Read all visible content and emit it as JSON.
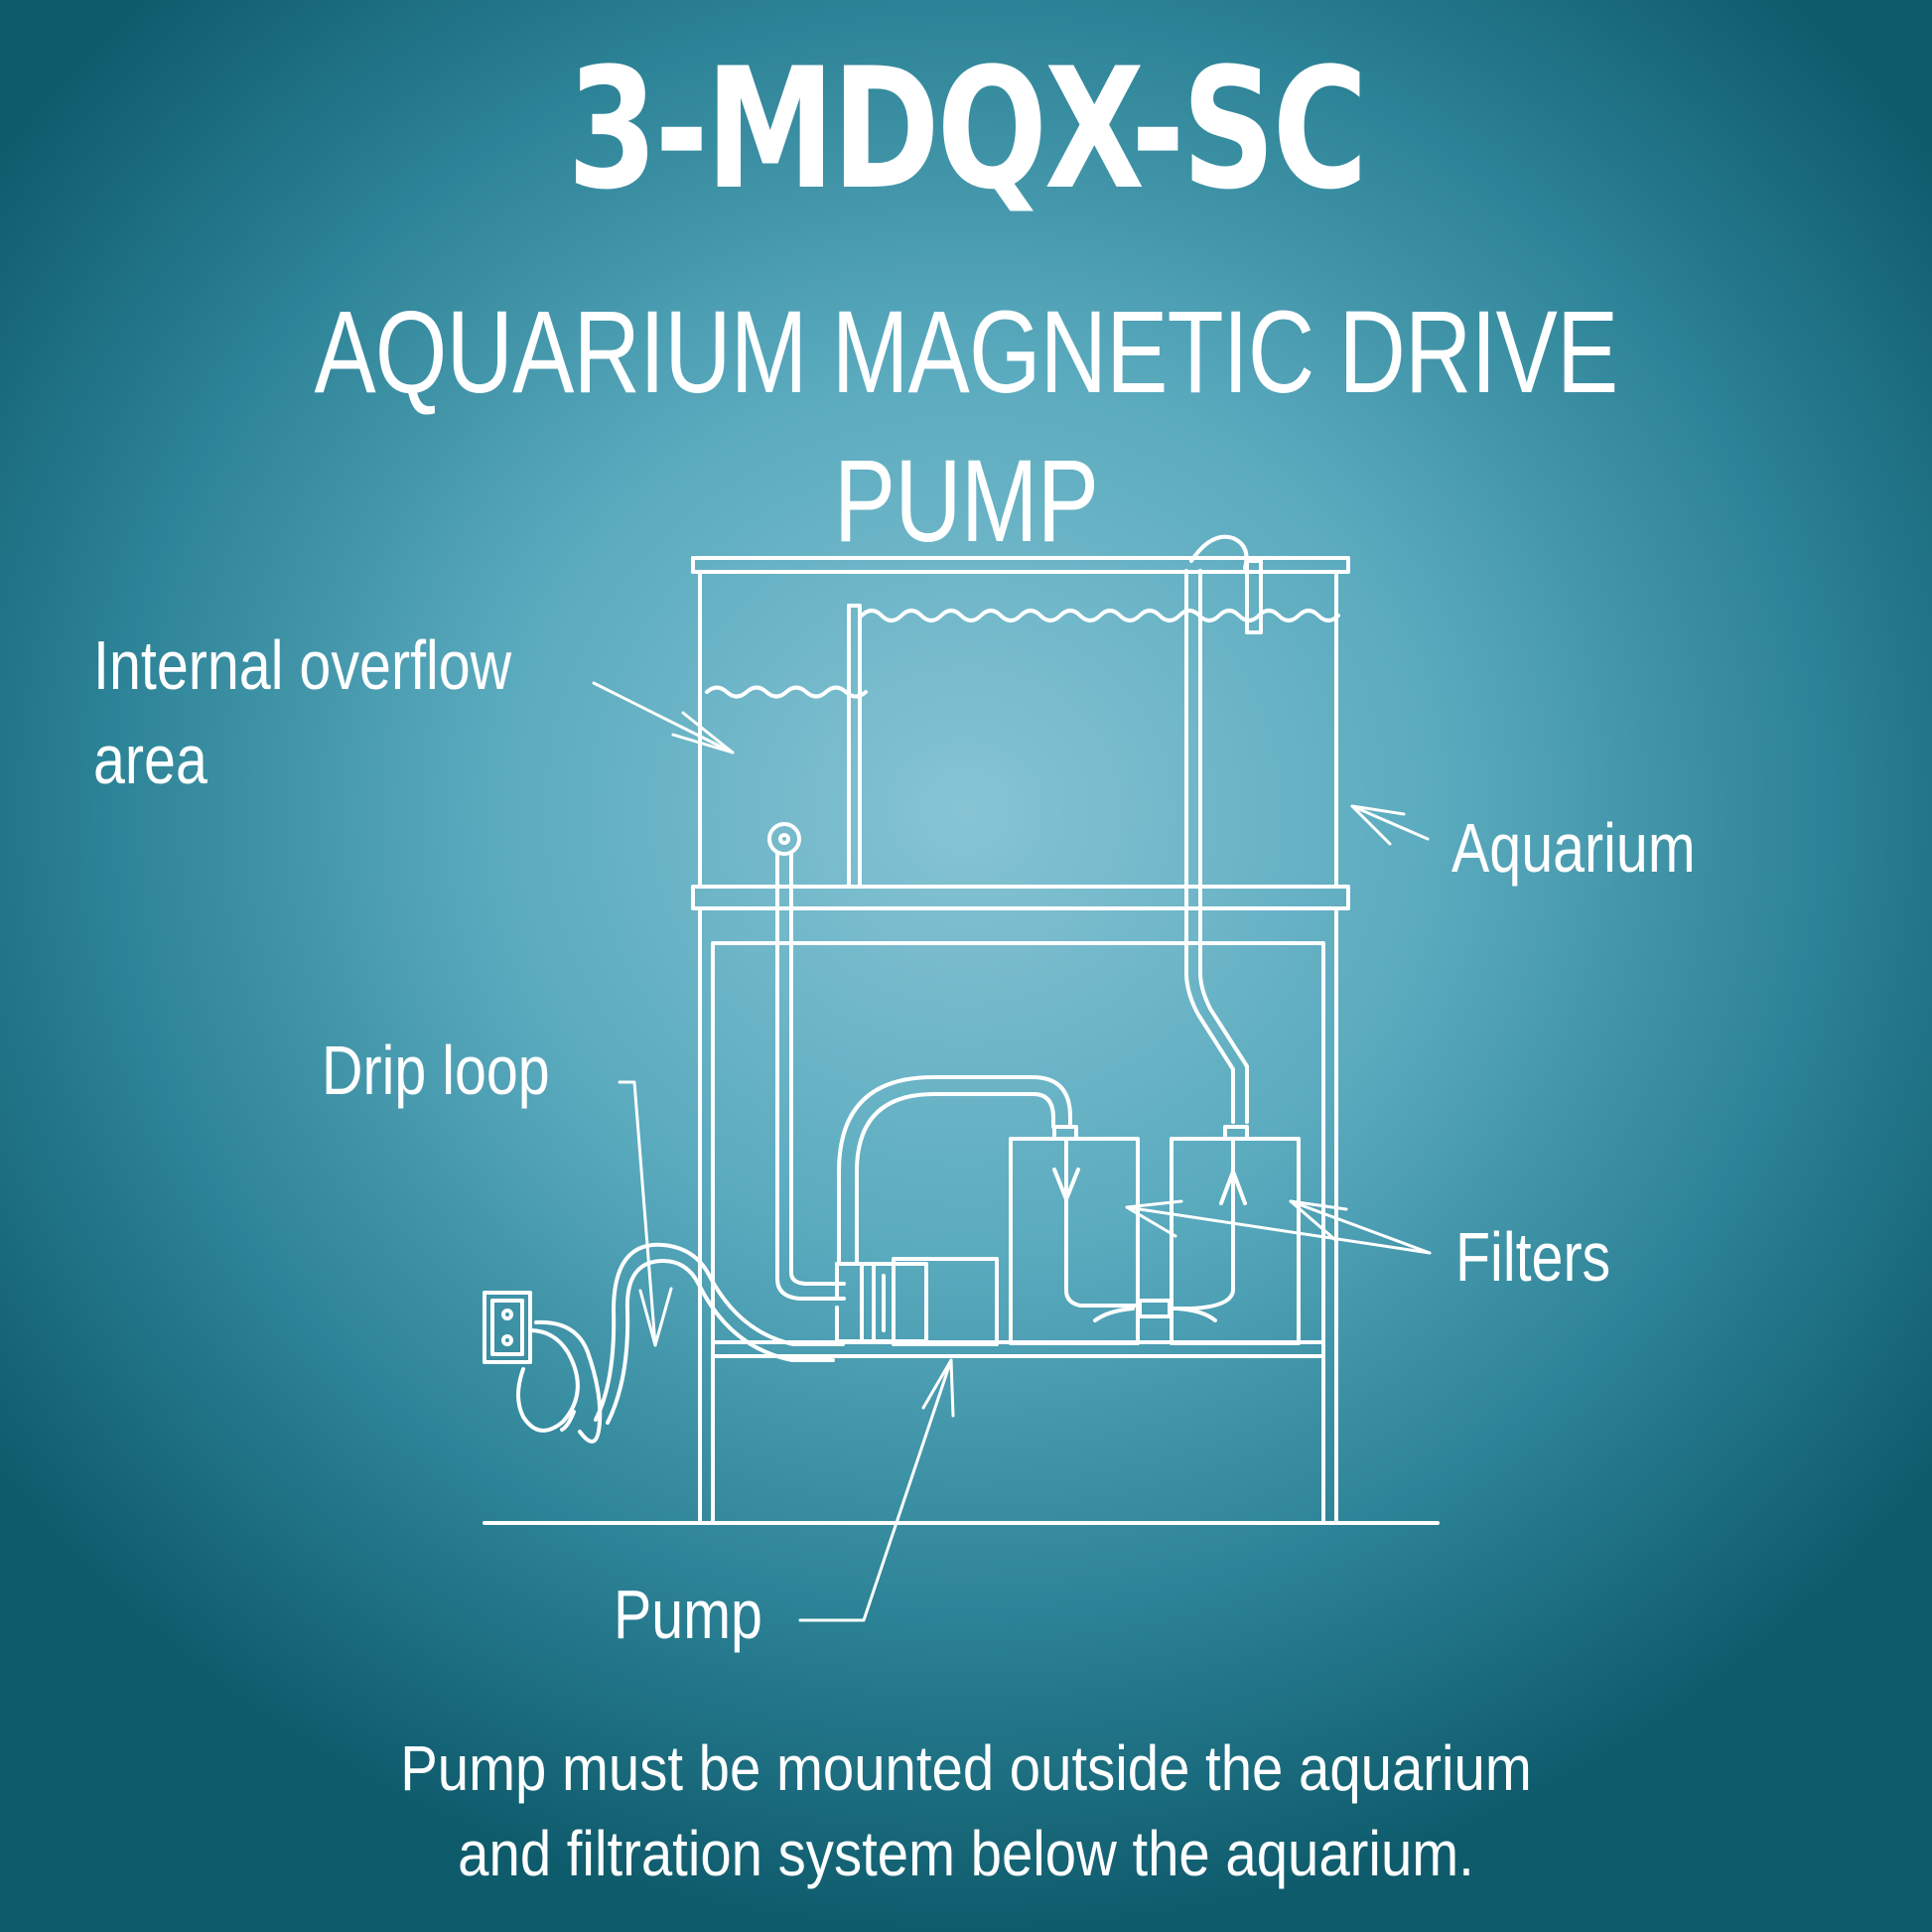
{
  "header": {
    "title": "3-MDQX-SC",
    "subtitle": "AQUARIUM MAGNETIC DRIVE PUMP"
  },
  "diagram": {
    "labels": {
      "internal_overflow_line1": "Internal overflow",
      "internal_overflow_line2": "area",
      "aquarium": "Aquarium",
      "drip_loop": "Drip loop",
      "filters": "Filters",
      "pump": "Pump"
    }
  },
  "caption": {
    "line1": "Pump must be mounted outside the aquarium",
    "line2": "and filtration system below the aquarium."
  },
  "colors": {
    "line": "#ffffff",
    "background_center": "#86c4d4",
    "background_edge": "#0e5b6c"
  }
}
